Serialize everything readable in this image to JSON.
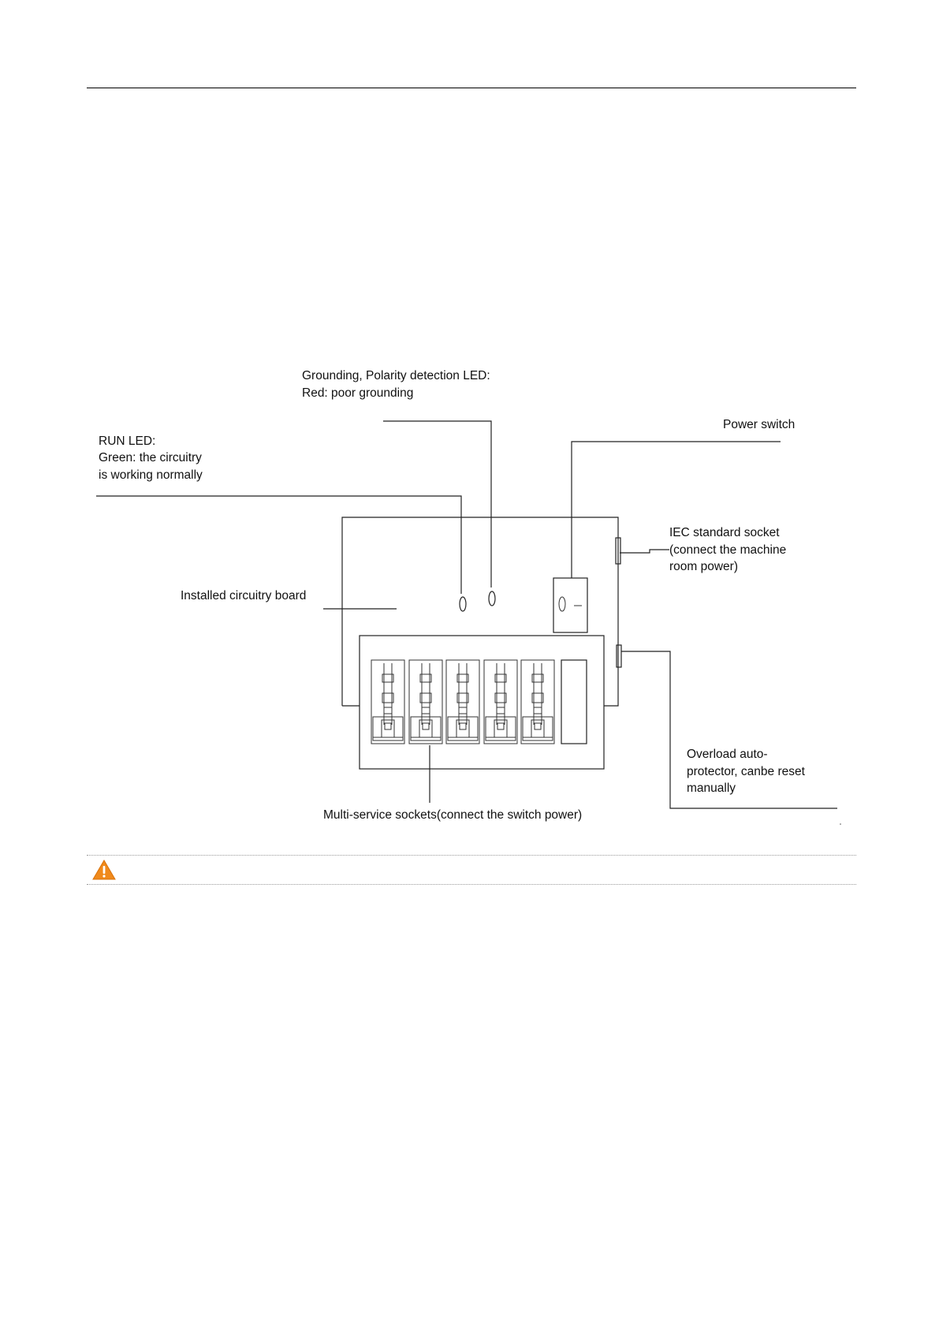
{
  "diagram": {
    "labels": {
      "grounding_line1": "Grounding, Polarity detection LED:",
      "grounding_line2": "Red: poor grounding",
      "power_switch": "Power switch",
      "run_led_line1": "RUN LED:",
      "run_led_line2": "Green: the circuitry",
      "run_led_line3": "is working normally",
      "iec_line1": "IEC standard socket",
      "iec_line2": "(connect the machine",
      "iec_line3": "room power)",
      "circuitry_board": "Installed circuitry board",
      "overload_line1": "Overload auto-",
      "overload_line2": "protector, canbe reset",
      "overload_line3": "manually",
      "multi_service": "Multi-service sockets(connect the switch power)"
    }
  },
  "note": {
    "icon": "warning-triangle-icon",
    "icon_color": "#f08a1c"
  }
}
